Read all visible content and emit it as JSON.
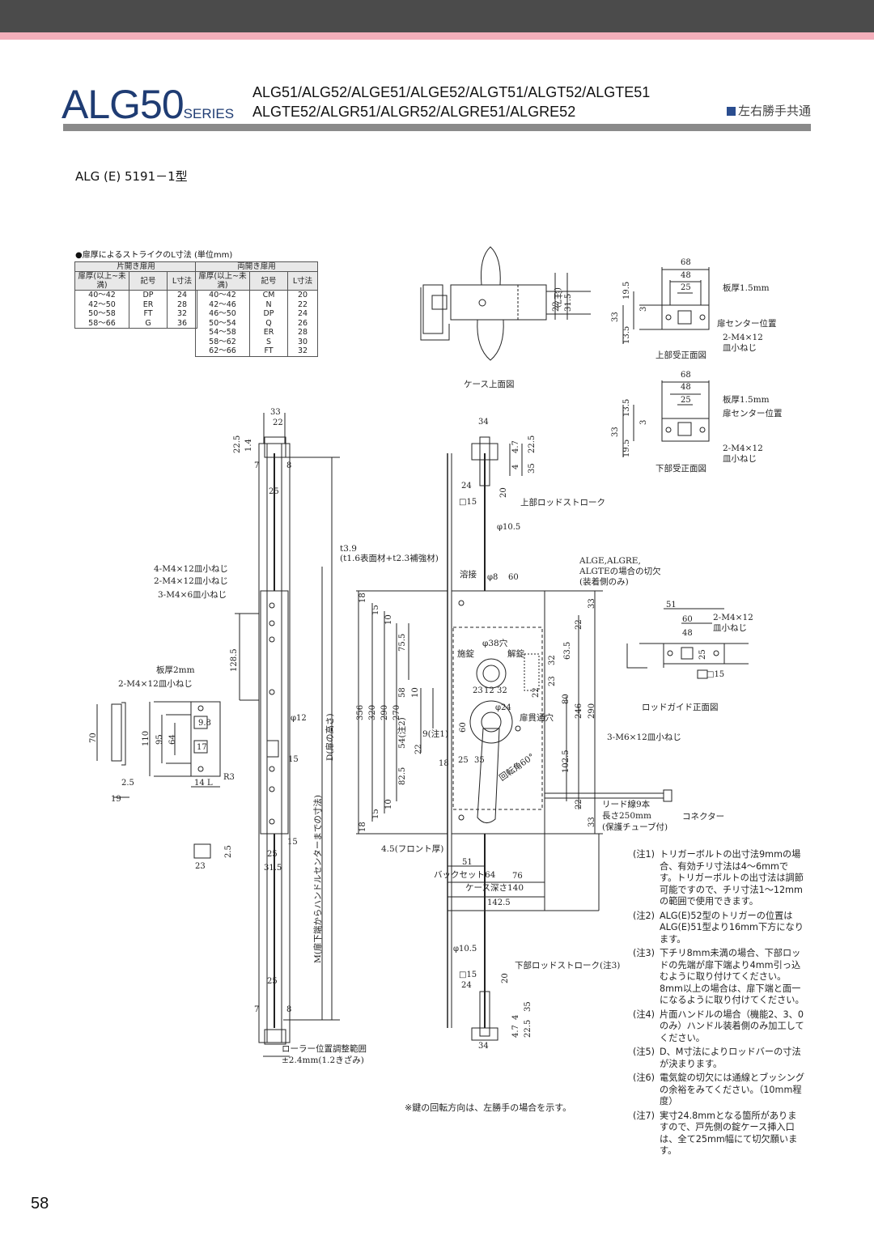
{
  "header": {
    "series_big": "ALG50",
    "series_small": "SERIES",
    "models_line1": "ALG51/ALG52/ALGE51/ALGE52/ALGT51/ALGT52/ALGTE51",
    "models_line2": "ALGTE52/ALGR51/ALGR52/ALGRE51/ALGRE52",
    "common_label": "左右勝手共通"
  },
  "subtitle": "ALG (E) 5191－1型",
  "strike_table": {
    "title": "●扉厚によるストライクのL寸法 (単位mm)",
    "single": {
      "heading": "片開き扉用",
      "columns": [
        "扉厚(以上~未満)",
        "記号",
        "L寸法"
      ],
      "thickness": "40～42\n42～50\n50～58\n58～66",
      "symbol": "DP\nER\nFT\nG",
      "length": "24\n28\n32\n36"
    },
    "double": {
      "heading": "両開き扉用",
      "columns": [
        "扉厚(以上~未満)",
        "記号",
        "L寸法"
      ],
      "thickness": "40～42\n42～46\n46～50\n50～54\n54～58\n58～62\n62～66",
      "symbol": "CM\nN\nDP\nQ\nER\nS\nFT",
      "length": "20\n22\n24\n26\n28\n30\n32"
    }
  },
  "labels": {
    "case_top": "ケース上面図",
    "upper_strike": "上部受正面図",
    "lower_strike": "下部受正面図",
    "rod_guide": "ロッドガイド正面図",
    "plate_15": "板厚1.5mm",
    "door_center": "扉センター位置",
    "screw_m4x12": "2-M4×12",
    "screw_flat": "皿小ねじ",
    "upper_rod_stroke": "上部ロッドストローク",
    "lower_rod_stroke": "下部ロッドストローク(注3)",
    "t39": "t3.9",
    "t39_detail": "(t1.6表面材+t2.3補強材)",
    "cutout_1": "ALGE,ALGRE,",
    "cutout_2": "ALGTEの場合の切欠",
    "cutout_3": "(装着側のみ)",
    "weld": "溶接",
    "lock": "施錠",
    "unlock": "解錠",
    "hole38": "φ38穴",
    "hole24": "φ24",
    "through": "扉貫通穴",
    "rotation": "回転角60°",
    "screw_m6": "3-M6×12皿小ねじ",
    "lead_1": "リード線9本",
    "lead_2": "長さ250mm",
    "lead_3": "(保護チューブ付)",
    "connector": "コネクター",
    "front": "4.5(フロント厚)",
    "backset": "バックセット64",
    "case_depth": "ケース深さ140",
    "screw_4m4": "4-M4×12皿小ねじ",
    "screw_2m4": "2-M4×12皿小ねじ",
    "screw_3m4": "3-M4×6皿小ねじ",
    "plate_2": "板厚2mm",
    "screw_2m4b": "2-M4×12皿小ねじ",
    "d_height": "D(扉の高さ)",
    "m_height": "M(扉下端からハンドルセンターまでの寸法)",
    "roller_1": "ローラー位置調整範囲",
    "roller_2": "±2.4mm(1.2きざみ)",
    "note7": "(注7)",
    "note1": "9(注1)",
    "note2": "54(注2)"
  },
  "notes": [
    {
      "label": "(注1)",
      "text": "トリガーボルトの出寸法9mmの場合、有効チリ寸法は4～6mmです。トリガーボルトの出寸法は調節可能ですので、チリ寸法1～12mmの範囲で使用できます。"
    },
    {
      "label": "(注2)",
      "text": "ALG(E)52型のトリガーの位置はALG(E)51型より16mm下方になります。"
    },
    {
      "label": "(注3)",
      "text": "下チリ8mm未満の場合、下部ロッドの先端が扉下端より4mm引っ込むように取り付けてください。8mm以上の場合は、扉下端と面一になるように取り付けてください。"
    },
    {
      "label": "(注4)",
      "text": "片面ハンドルの場合（機能2、3、0のみ）ハンドル装着側のみ加工してください。"
    },
    {
      "label": "(注5)",
      "text": "D、M寸法によりロッドバーの寸法が決まります。"
    },
    {
      "label": "(注6)",
      "text": "電気錠の切欠には通線とブッシングの余裕をみてください。（10mm程度）"
    },
    {
      "label": "(注7)",
      "text": "実寸24.8mmとなる箇所がありますので、戸先側の錠ケース挿入口は、全て25mm幅にて切欠願います。"
    }
  ],
  "key_note": "※鍵の回転方向は、左勝手の場合を示す。",
  "page_number": "58"
}
